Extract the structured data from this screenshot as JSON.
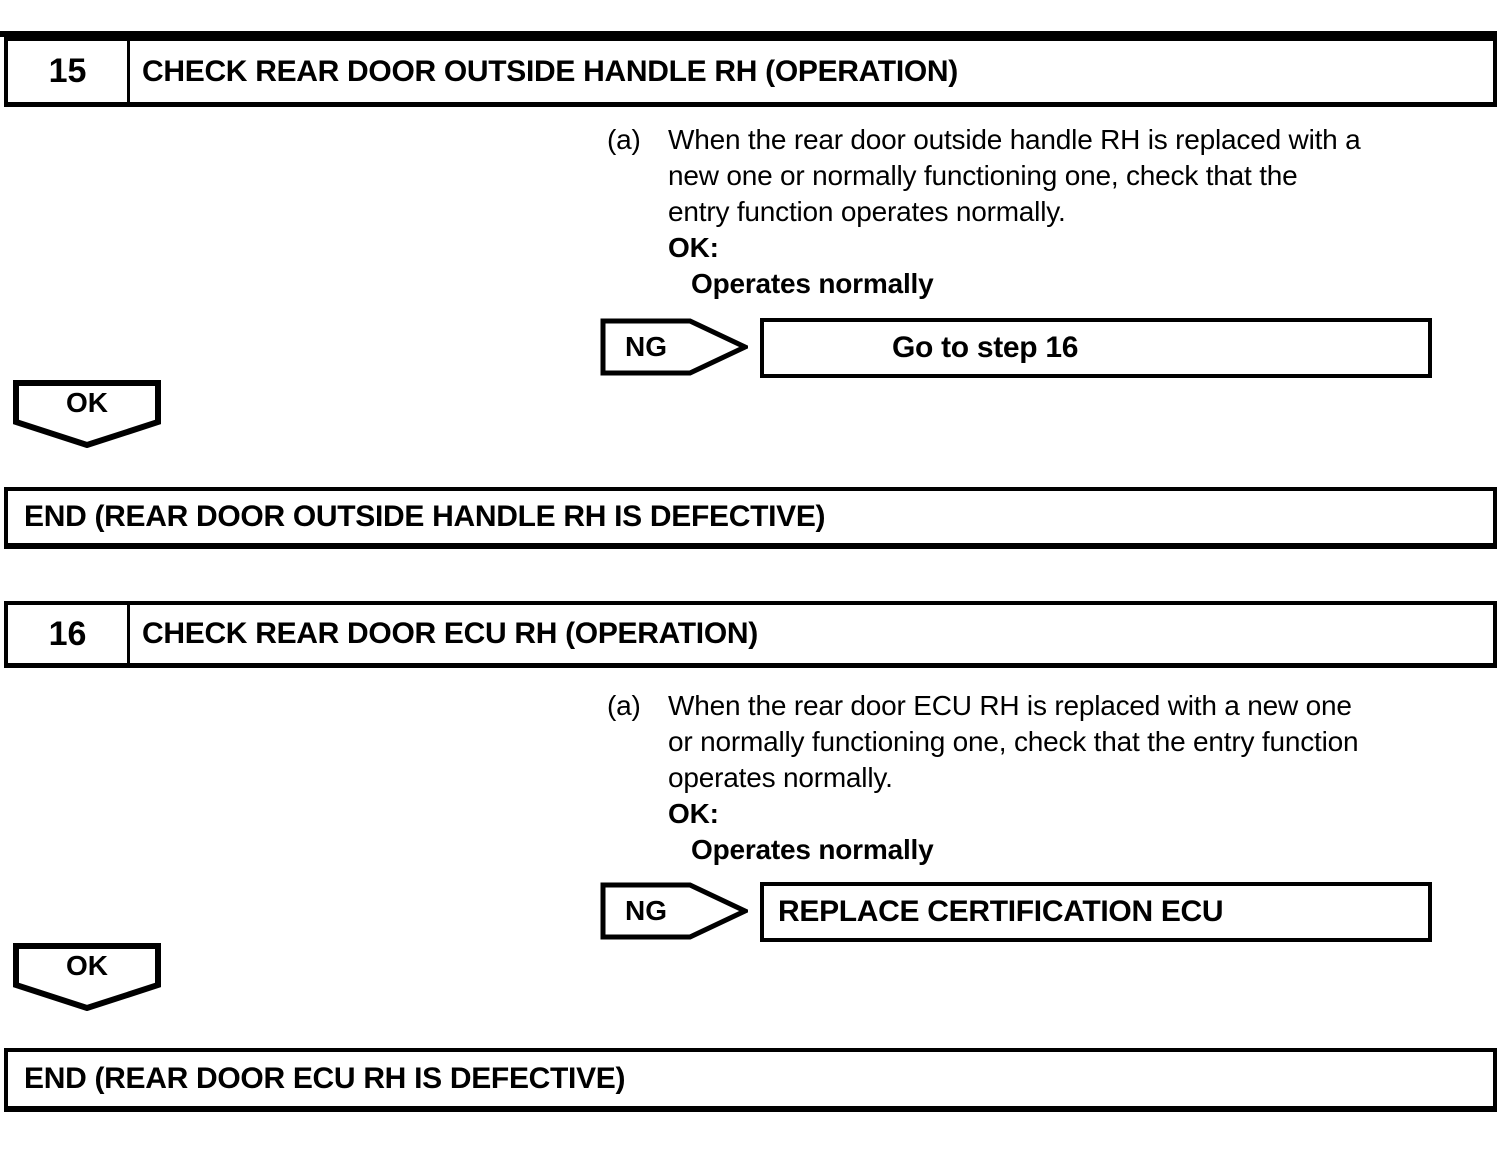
{
  "page": {
    "background": "#ffffff",
    "ink": "#000000"
  },
  "steps": [
    {
      "number": "15",
      "title": "CHECK REAR DOOR OUTSIDE HANDLE RH (OPERATION)",
      "item": {
        "label": "(a)",
        "text": "When the rear door outside handle RH is replaced with a\nnew one or normally functioning one, check that the\nentry function operates normally.",
        "ok_heading": "OK:",
        "ok_condition": "Operates normally"
      },
      "ng": {
        "label": "NG",
        "action": "Go to step 16"
      },
      "ok_branch": {
        "label": "OK"
      },
      "end": {
        "text": "END (REAR DOOR OUTSIDE HANDLE RH IS DEFECTIVE)"
      }
    },
    {
      "number": "16",
      "title": "CHECK REAR DOOR ECU RH (OPERATION)",
      "item": {
        "label": "(a)",
        "text": "When the rear door ECU RH is replaced with a new one\nor normally functioning one, check that the entry function\noperates normally.",
        "ok_heading": "OK:",
        "ok_condition": "Operates normally"
      },
      "ng": {
        "label": "NG",
        "action": "REPLACE CERTIFICATION ECU"
      },
      "ok_branch": {
        "label": "OK"
      },
      "end": {
        "text": "END (REAR DOOR ECU RH IS DEFECTIVE)"
      }
    }
  ]
}
